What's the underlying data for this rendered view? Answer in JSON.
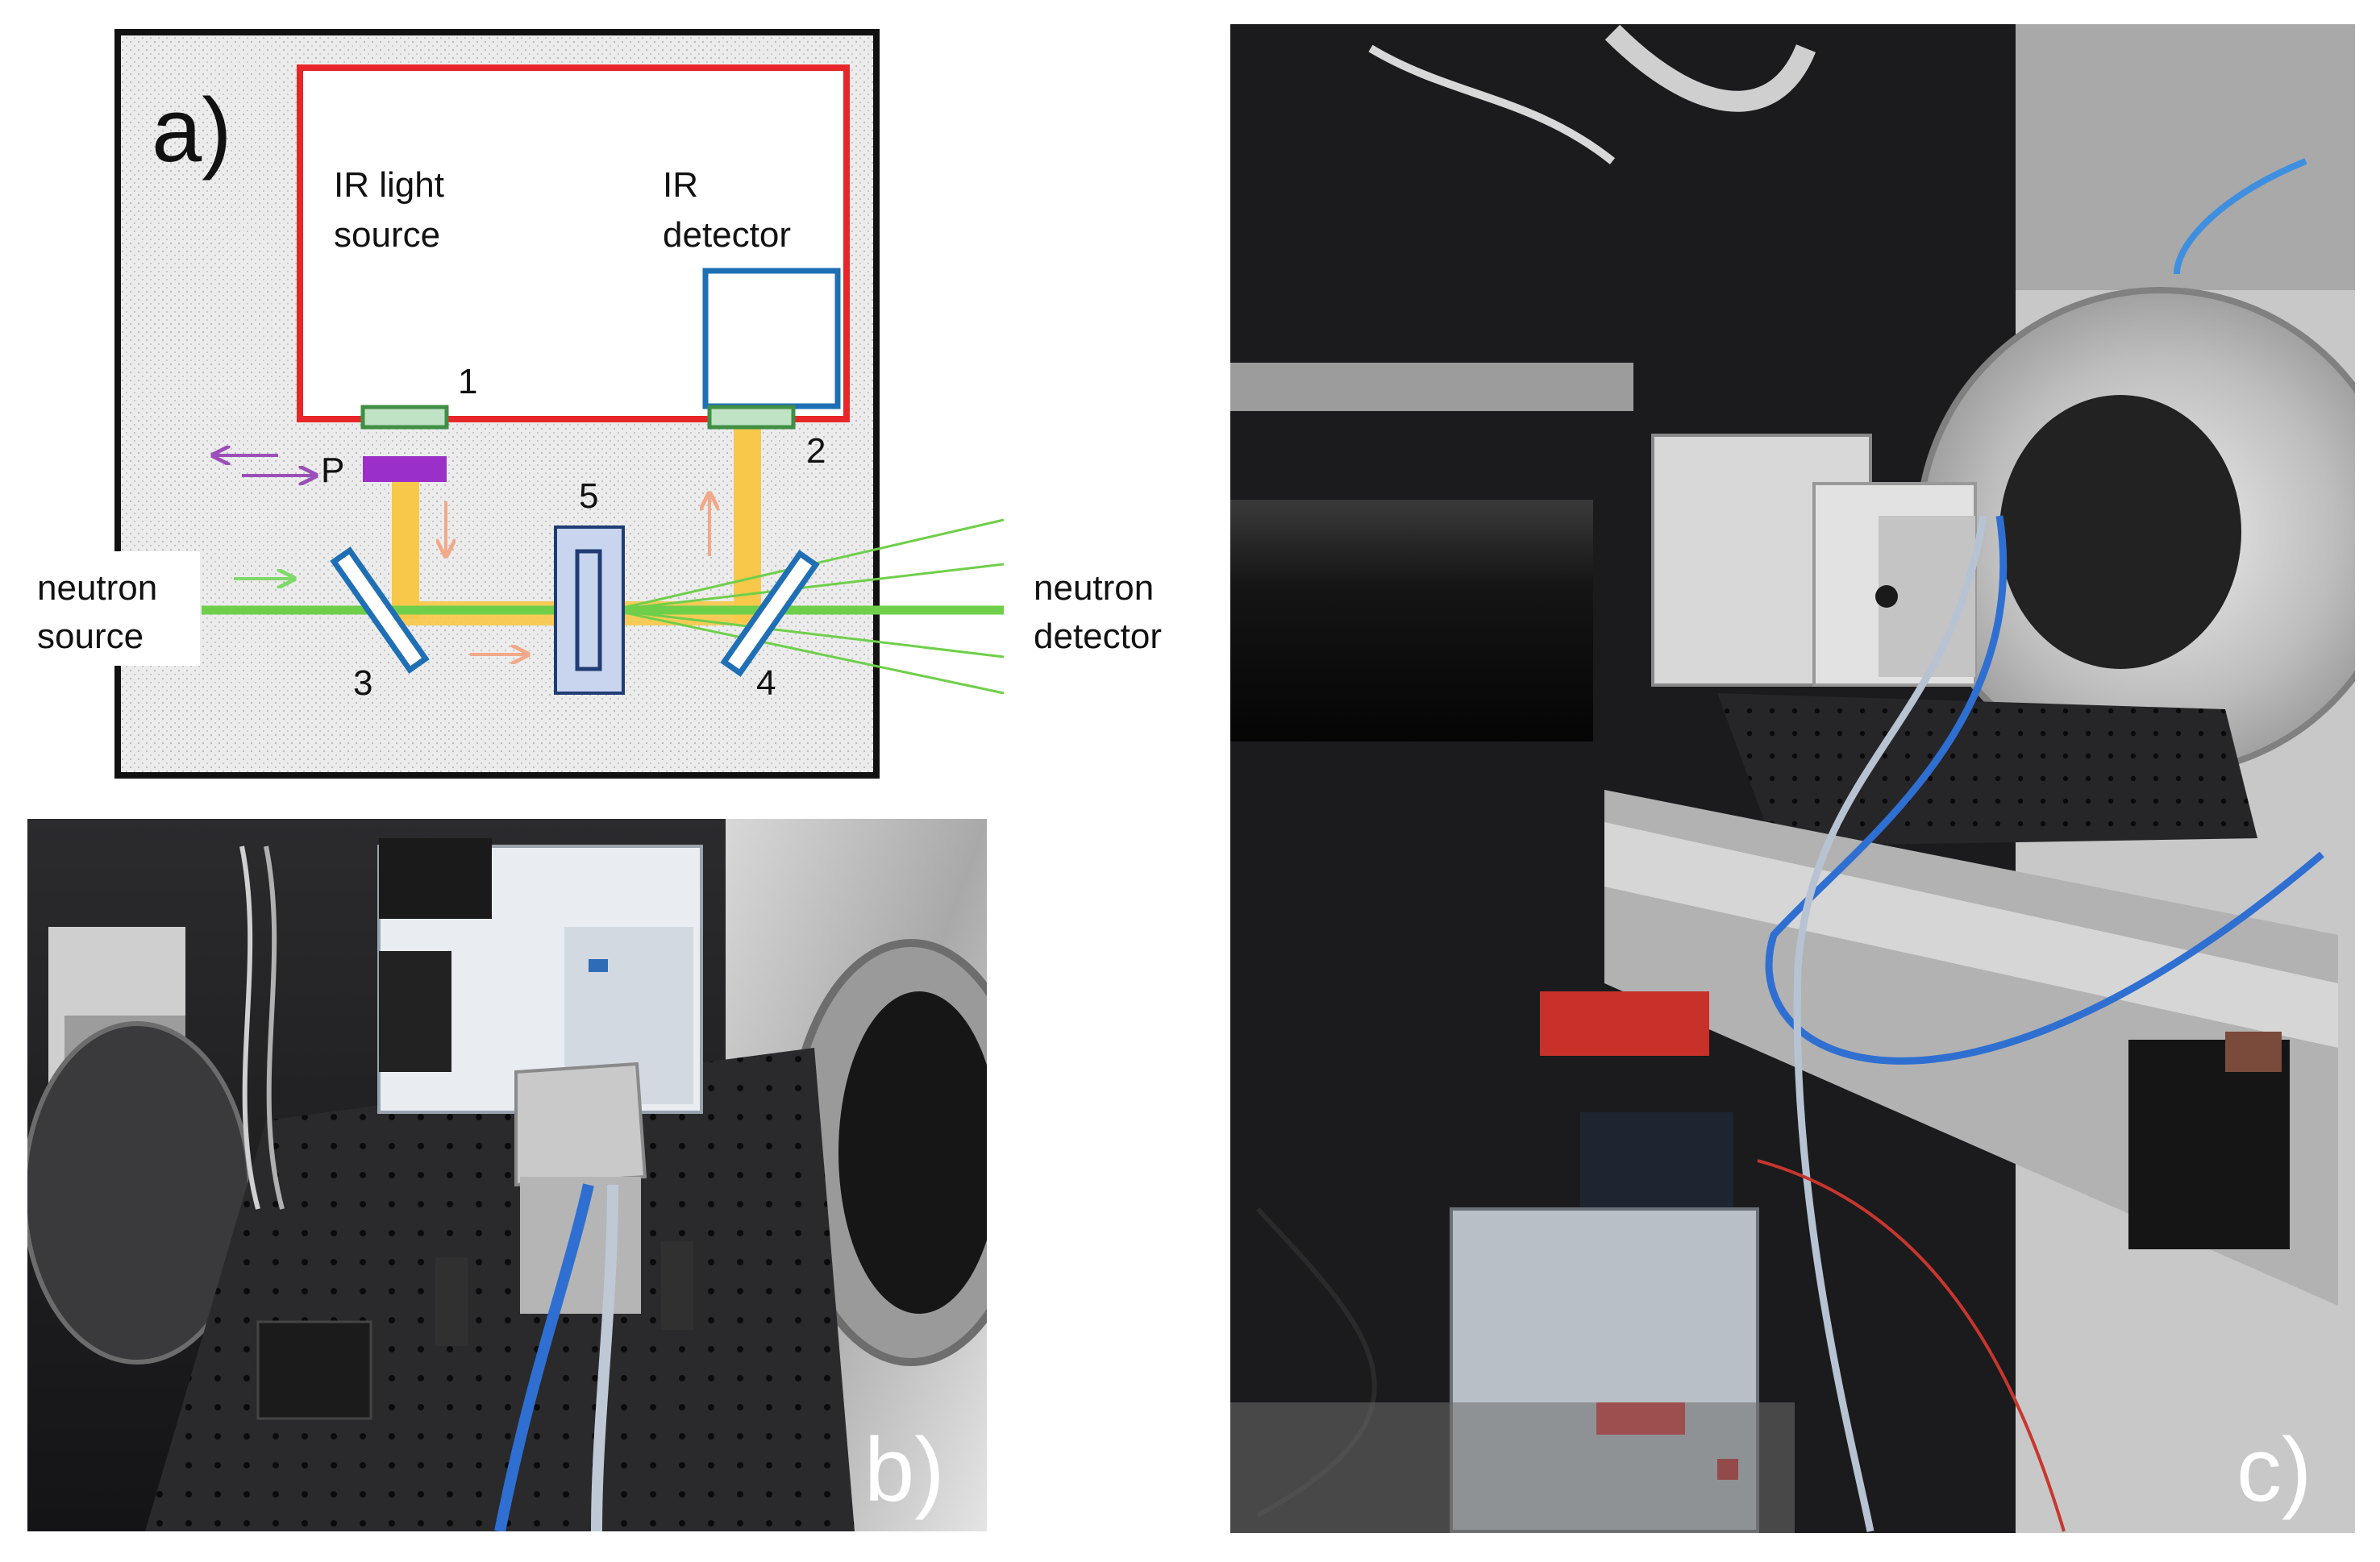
{
  "figure": {
    "panel_a": {
      "letter": "a)",
      "ir_source_label": [
        "IR light",
        "source"
      ],
      "ir_detector_label": [
        "IR",
        "detector"
      ],
      "polarizer_label": "P",
      "component_numbers": [
        "1",
        "2",
        "3",
        "4",
        "5"
      ],
      "neutron_source_label": [
        "neutron",
        "source"
      ],
      "neutron_detector_label": [
        "neutron",
        "detector"
      ]
    },
    "panel_b": {
      "letter": "b)"
    },
    "panel_c": {
      "letter": "c)"
    },
    "colors": {
      "frame": "#111111",
      "ir_enclosure": "#e8262a",
      "ir_detector": "#1f6fb5",
      "window_fill": "#bfe3c4",
      "window_stroke": "#3f8f45",
      "polarizer": "#9b30c8",
      "ir_beam": "#f7c84a",
      "neutron_beam": "#6fcf4a",
      "neutron_arrow": "#7fd86a",
      "ir_arrow": "#f2a98a",
      "polarizer_arrow": "#9b4fb8",
      "mirror": "#1f6fb5",
      "sample": "#1f3d73",
      "sample_fill": "#c9d5ef"
    }
  }
}
